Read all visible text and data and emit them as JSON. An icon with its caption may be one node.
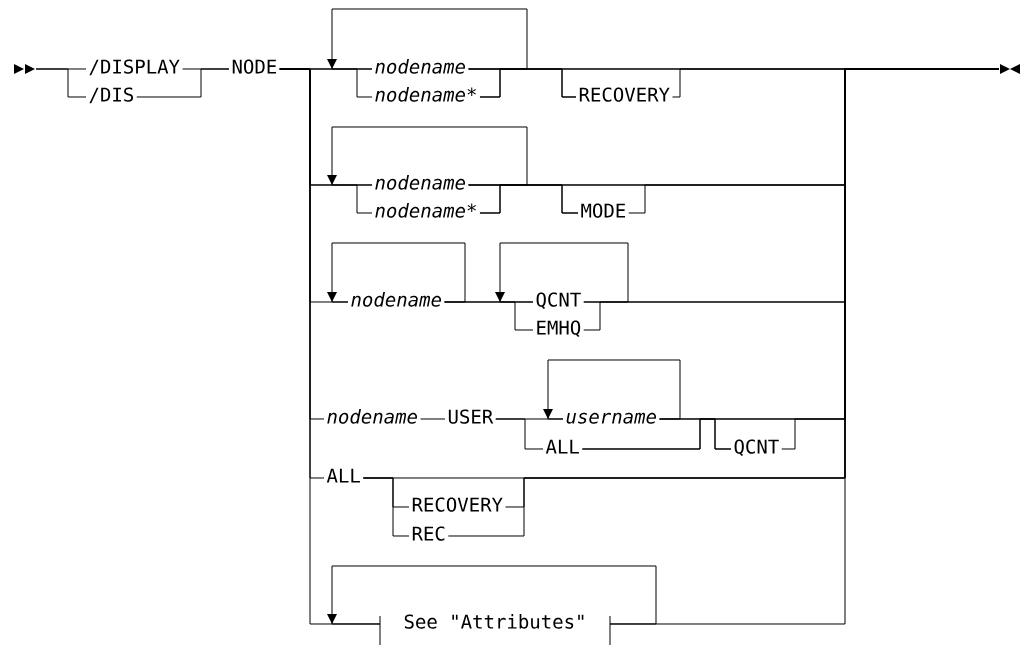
{
  "diagram": {
    "nodes": [
      {
        "text": [],
        "shape": "arrowhead"
      },
      {
        "text": [
          "/DISPLAY"
        ]
      },
      {
        "text": [
          "/DIS"
        ]
      },
      {
        "text": [
          "NODE"
        ]
      },
      {
        "text": [
          "nodename"
        ]
      },
      {
        "text": [
          "nodename*"
        ]
      },
      {
        "text": [
          "RECOVERY"
        ]
      },
      {
        "text": [
          "nodename"
        ]
      },
      {
        "text": [
          "nodename*"
        ]
      },
      {
        "text": [
          "MODE"
        ]
      },
      {
        "text": [
          "nodename"
        ]
      },
      {
        "text": [
          "QCNT"
        ]
      },
      {
        "text": [
          "EMHQ"
        ]
      },
      {
        "text": [
          "nodename"
        ]
      },
      {
        "text": [
          "USER"
        ]
      },
      {
        "text": [
          "username"
        ]
      },
      {
        "text": [
          "ALL"
        ]
      },
      {
        "text": [
          "QCNT"
        ]
      },
      {
        "text": [
          "ALL"
        ]
      },
      {
        "text": [
          "RECOVERY"
        ]
      },
      {
        "text": [
          "REC"
        ]
      },
      {
        "text": [
          "See \"Attributes\""
        ]
      },
      {
        "text": [],
        "shape": "arrowhead"
      }
    ],
    "edges": [
      {
        "from": 0,
        "to": 1,
        "arrow": "none"
      },
      {
        "from": 0,
        "to": 2,
        "arrow": "none"
      },
      {
        "from": 1,
        "to": 3,
        "arrow": "none"
      },
      {
        "from": 2,
        "to": 3,
        "arrow": "none"
      },
      {
        "from": 3,
        "to": 4,
        "arrow": "none"
      },
      {
        "from": 3,
        "to": 5,
        "arrow": "none"
      },
      {
        "from": 4,
        "to": 6,
        "arrow": "none"
      },
      {
        "from": 5,
        "to": 6,
        "arrow": "none"
      },
      {
        "from": 4,
        "to": 22,
        "arrow": "none"
      },
      {
        "from": 5,
        "to": 22,
        "arrow": "none"
      },
      {
        "from": 6,
        "to": 22,
        "arrow": "none"
      },
      {
        "from": 4,
        "to": 4,
        "arrow": "to"
      },
      {
        "from": 3,
        "to": 7,
        "arrow": "none"
      },
      {
        "from": 3,
        "to": 8,
        "arrow": "none"
      },
      {
        "from": 7,
        "to": 9,
        "arrow": "none"
      },
      {
        "from": 8,
        "to": 9,
        "arrow": "none"
      },
      {
        "from": 7,
        "to": 22,
        "arrow": "none"
      },
      {
        "from": 8,
        "to": 22,
        "arrow": "none"
      },
      {
        "from": 9,
        "to": 22,
        "arrow": "none"
      },
      {
        "from": 7,
        "to": 7,
        "arrow": "to"
      },
      {
        "from": 3,
        "to": 10,
        "arrow": "none"
      },
      {
        "from": 10,
        "to": 11,
        "arrow": "none"
      },
      {
        "from": 10,
        "to": 12,
        "arrow": "none"
      },
      {
        "from": 11,
        "to": 22,
        "arrow": "none"
      },
      {
        "from": 12,
        "to": 22,
        "arrow": "none"
      },
      {
        "from": 10,
        "to": 10,
        "arrow": "to"
      },
      {
        "from": 11,
        "to": 11,
        "arrow": "to"
      },
      {
        "from": 3,
        "to": 13,
        "arrow": "none"
      },
      {
        "from": 13,
        "to": 14,
        "arrow": "none"
      },
      {
        "from": 14,
        "to": 15,
        "arrow": "none"
      },
      {
        "from": 14,
        "to": 16,
        "arrow": "none"
      },
      {
        "from": 15,
        "to": 17,
        "arrow": "none"
      },
      {
        "from": 16,
        "to": 17,
        "arrow": "none"
      },
      {
        "from": 15,
        "to": 22,
        "arrow": "none"
      },
      {
        "from": 16,
        "to": 22,
        "arrow": "none"
      },
      {
        "from": 17,
        "to": 22,
        "arrow": "none"
      },
      {
        "from": 15,
        "to": 15,
        "arrow": "to"
      },
      {
        "from": 3,
        "to": 18,
        "arrow": "none"
      },
      {
        "from": 18,
        "to": 19,
        "arrow": "none"
      },
      {
        "from": 18,
        "to": 20,
        "arrow": "none"
      },
      {
        "from": 18,
        "to": 22,
        "arrow": "none"
      },
      {
        "from": 19,
        "to": 22,
        "arrow": "none"
      },
      {
        "from": 20,
        "to": 22,
        "arrow": "none"
      },
      {
        "from": 3,
        "to": 21,
        "arrow": "none"
      },
      {
        "from": 21,
        "to": 22,
        "arrow": "none"
      },
      {
        "from": 21,
        "to": 21,
        "arrow": "to"
      }
    ]
  }
}
